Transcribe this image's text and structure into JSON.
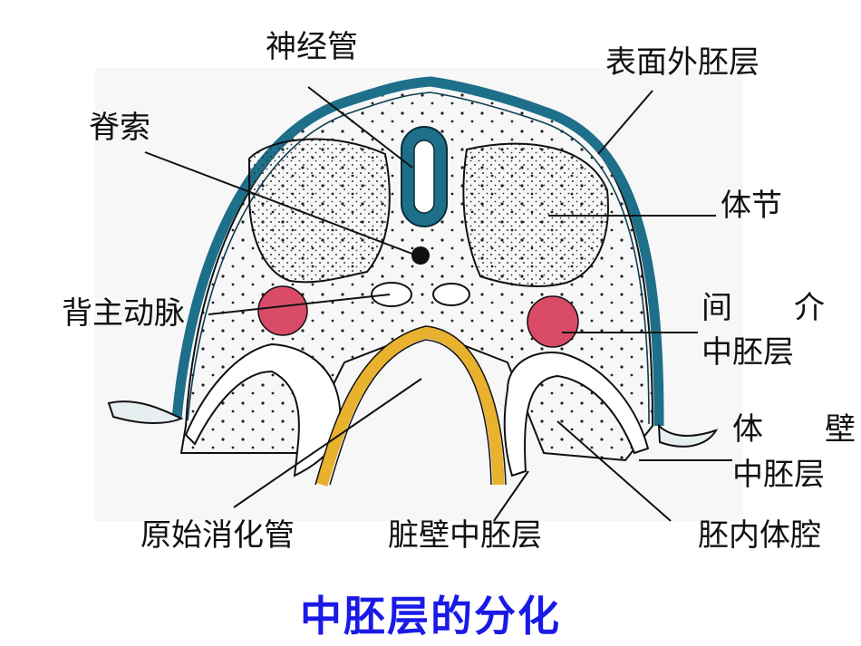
{
  "title": "中胚层的分化",
  "labels": {
    "neural_tube": "神经管",
    "surface_ectoderm": "表面外胚层",
    "notochord": "脊索",
    "somite": "体节",
    "dorsal_aorta": "背主动脉",
    "intermediate_mesoderm_1": "间　　介",
    "intermediate_mesoderm_2": "中胚层",
    "somatic_mesoderm_1": "体　　壁",
    "somatic_mesoderm_2": "中胚层",
    "primitive_gut": "原始消化管",
    "splanchnic_mesoderm": "脏壁中胚层",
    "coelom": "胚内体腔"
  },
  "colors": {
    "ectoderm": "#1d6f8a",
    "intermediate": "#d94b67",
    "endoderm": "#e8b12e",
    "title": "#1a1ae6"
  }
}
